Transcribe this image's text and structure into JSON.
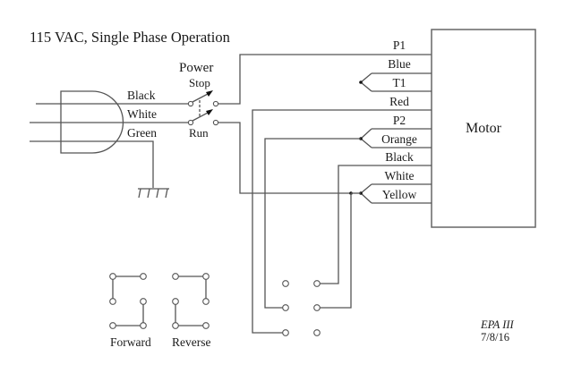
{
  "title": "115 VAC, Single Phase Operation",
  "power_switch": {
    "label": "Power",
    "stop_label": "Stop",
    "run_label": "Run"
  },
  "plug": {
    "wires": [
      "Black",
      "White",
      "Green"
    ]
  },
  "motor": {
    "label": "Motor",
    "leads": [
      "P1",
      "Blue",
      "T1",
      "Red",
      "P2",
      "Orange",
      "Black",
      "White",
      "Yellow"
    ]
  },
  "legend": {
    "forward_label": "Forward",
    "reverse_label": "Reverse"
  },
  "signature": {
    "author": "EPA III",
    "date": "7/8/16"
  },
  "colors": {
    "wire": "#555555",
    "text": "#1a1a1a",
    "background": "#ffffff"
  }
}
